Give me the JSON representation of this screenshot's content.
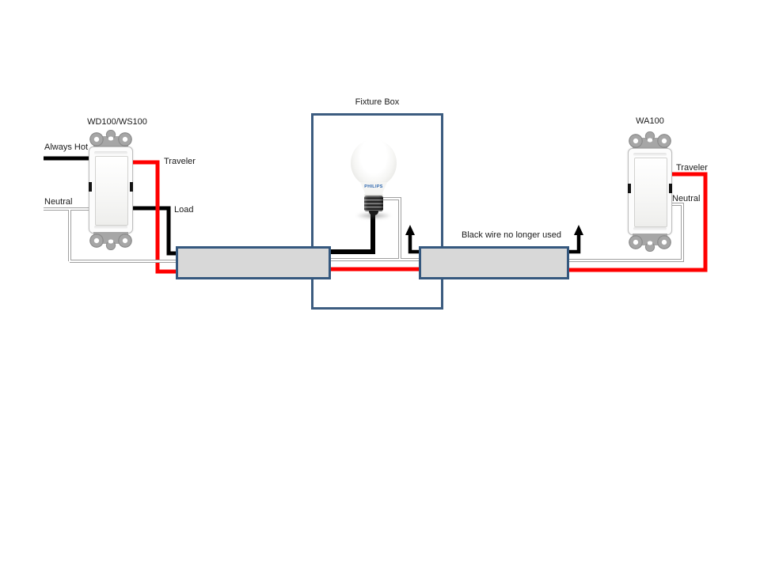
{
  "diagram": {
    "fixture_box_label": "Fixture Box",
    "left_switch_label": "WD100/WS100",
    "right_switch_label": "WA100",
    "bulb_brand": "PHILIPS",
    "labels": {
      "always_hot": "Always Hot",
      "neutral_left": "Neutral",
      "traveler_left": "Traveler",
      "load": "Load",
      "traveler_right": "Traveler",
      "neutral_right": "Neutral",
      "unused_black_note": "Black wire no longer used"
    },
    "wire_colors": {
      "hot_and_load": "#000000",
      "traveler": "#ff0000",
      "neutral": "#9f9f9f"
    },
    "box_colors": {
      "outline": "#35587e",
      "junction_fill": "#d8d8d8"
    }
  }
}
